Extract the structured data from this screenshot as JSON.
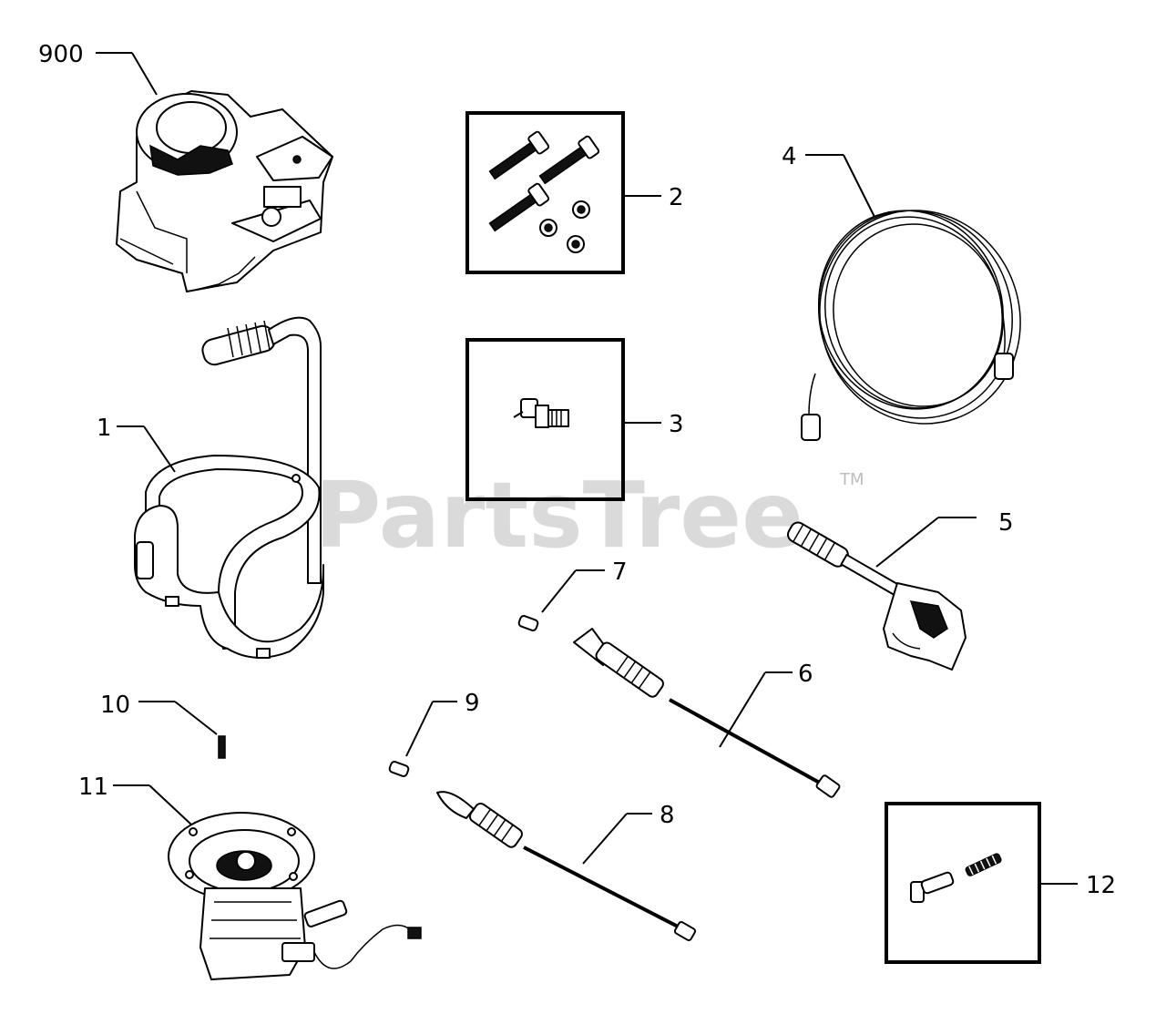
{
  "watermark": {
    "text": "PartsTree",
    "tm": "TM"
  },
  "callouts": {
    "p900": "900",
    "p1": "1",
    "p2": "2",
    "p3": "3",
    "p4": "4",
    "p5": "5",
    "p6": "6",
    "p7": "7",
    "p8": "8",
    "p9": "9",
    "p10": "10",
    "p11": "11",
    "p12": "12"
  },
  "icons": [
    "engine-icon",
    "handle-frame-icon",
    "bolt-kit-icon",
    "adapter-fitting-icon",
    "hose-icon",
    "spray-gun-icon",
    "lance-icon",
    "nozzle-icon",
    "pin-icon",
    "pump-icon",
    "valve-kit-icon"
  ]
}
